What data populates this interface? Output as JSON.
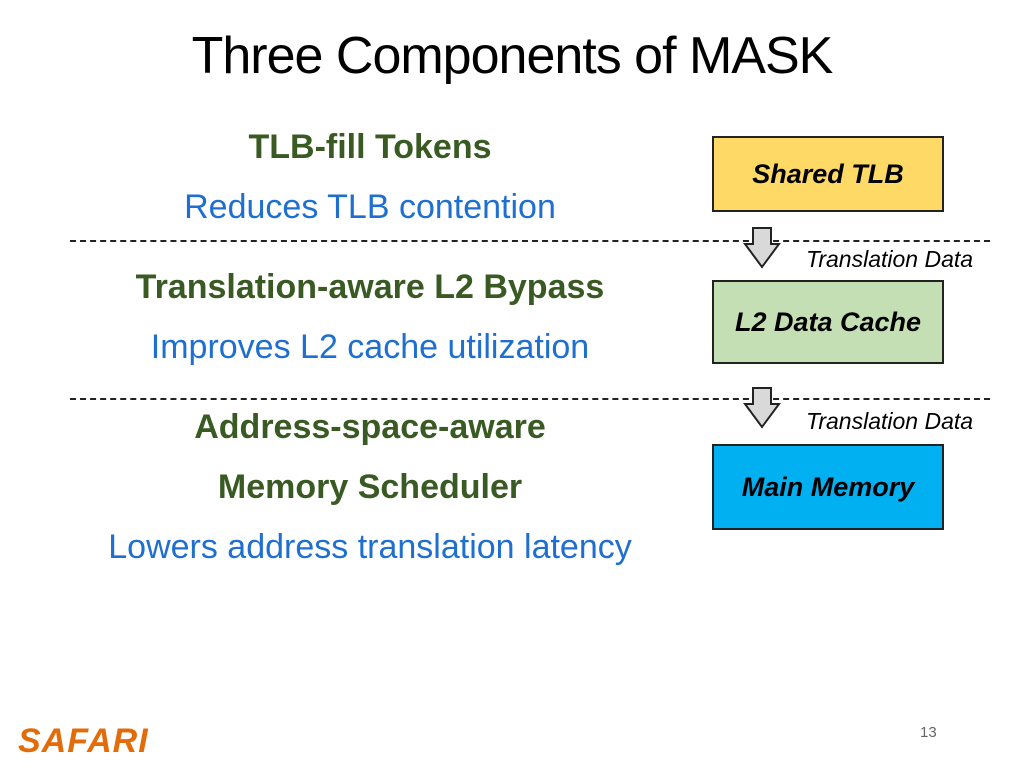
{
  "slide": {
    "title": "Three Components of MASK",
    "components": [
      {
        "heading": "TLB-fill Tokens",
        "description": "Reduces TLB contention"
      },
      {
        "heading": "Translation-aware L2 Bypass",
        "description": "Improves L2 cache utilization"
      },
      {
        "heading_line1": "Address-space-aware",
        "heading_line2": "Memory Scheduler",
        "description": "Lowers address translation latency"
      }
    ]
  },
  "diagram": {
    "boxes": [
      {
        "label": "Shared TLB",
        "color": "#ffd966"
      },
      {
        "label": "L2 Data Cache",
        "color": "#c5dfb4"
      },
      {
        "label": "Main Memory",
        "color": "#00b0f0"
      }
    ],
    "arrows": [
      {
        "label": "Translation Data"
      },
      {
        "label": "Translation Data"
      }
    ]
  },
  "footer": {
    "logo": "SAFARI",
    "page_number": "13"
  }
}
